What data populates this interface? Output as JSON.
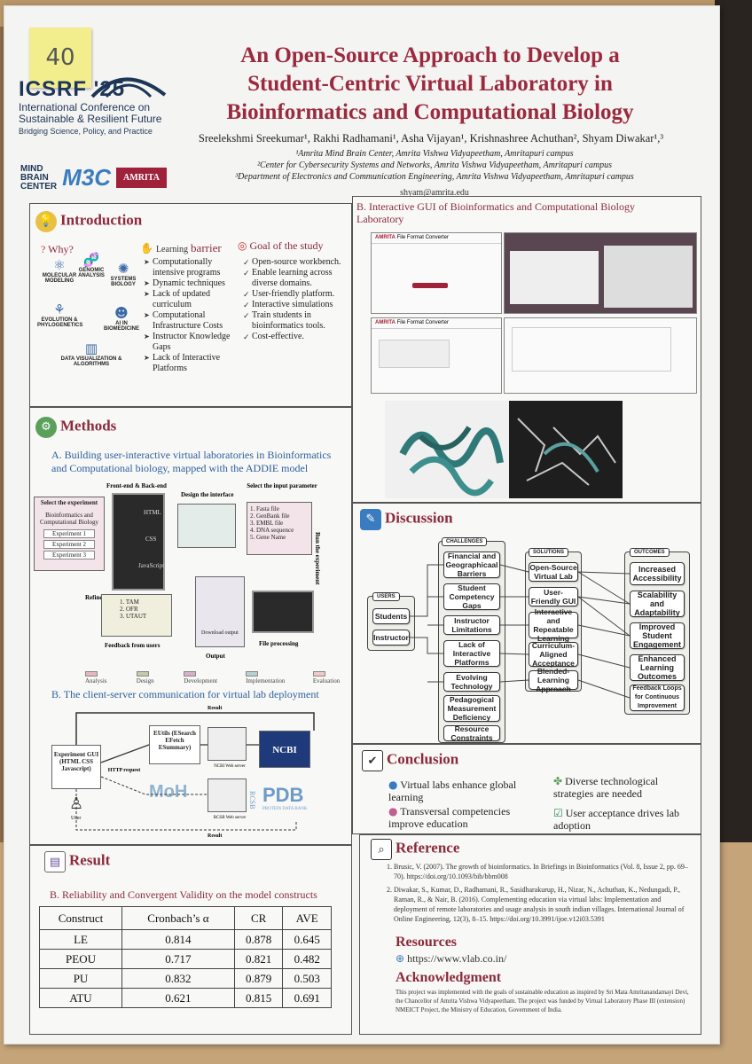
{
  "sticky_note": "40",
  "conference": {
    "name": "ICSRF '25",
    "subtitle_line1": "International Conference on",
    "subtitle_line2": "Sustainable & Resilient Future",
    "tagline": "Bridging Science, Policy, and Practice"
  },
  "logos": {
    "mbc_line1": "MIND",
    "mbc_line2": "BRAIN",
    "mbc_line3": "CENTER",
    "m3c": "M3C",
    "amrita": "AMRITA"
  },
  "title_lines": [
    "An Open-Source Approach to Develop a",
    "Student-Centric Virtual Laboratory in",
    "Bioinformatics and Computational Biology"
  ],
  "authors": "Sreelekshmi Sreekumar¹, Rakhi Radhamani¹, Asha Vijayan¹, Krishnashree Achuthan², Shyam Diwakar¹,³",
  "affiliations": [
    "¹Amrita Mind Brain Center, Amrita Vishwa Vidyapeetham, Amritapuri campus",
    "²Center for Cybersecurity Systems and Networks, Amrita Vishwa Vidyapeetham, Amritapuri campus",
    "³Department of Electronics and Communication Engineering, Amrita Vishwa Vidyapeetham, Amritapuri campus"
  ],
  "email": "shyam@amrita.edu",
  "introduction": {
    "title": "Introduction",
    "why": "Why?",
    "why_items": [
      "MOLECULAR MODELING",
      "GENOMIC ANALYSIS",
      "SYSTEMS BIOLOGY",
      "EVOLUTION & PHYLOGENETICS",
      "AI IN BIOMEDICINE",
      "DATA VISUALIZATION & ALGORITHMS"
    ],
    "barrier_heading_1": "Learning",
    "barrier_heading_2": "barrier",
    "barriers": [
      "Computationally intensive programs",
      "Dynamic techniques",
      "Lack of updated curriculum",
      "Computational Infrastructure Costs",
      "Instructor Knowledge Gaps",
      "Lack of Interactive Platforms"
    ],
    "goal_heading": "Goal of the study",
    "goals": [
      "Open-source workbench.",
      "Enable learning across diverse domains.",
      "User-friendly platform.",
      "Interactive simulations",
      "Train students in bioinformatics tools.",
      "Cost-effective."
    ]
  },
  "gui": {
    "title": "B. Interactive GUI of Bioinformatics and Computational Biology Laboratory",
    "screen1_title": "File Format Converter",
    "screen2_title": "File Format Converter",
    "brand": "AMRITA"
  },
  "methods": {
    "title": "Methods",
    "subtitle_a": "A. Building user-interactive virtual laboratories in Bioinformatics and Computational biology, mapped with the ADDIE model",
    "flow": {
      "frontend": "Front-end & Back-end",
      "select_exp": "Select the experiment",
      "lab_name": "Bioinformatics and Computational Biology",
      "experiments": [
        "Experiment 1",
        "Experiment 2",
        "Experiment 3"
      ],
      "html": "HTML",
      "css": "CSS",
      "js": "JavaScript",
      "design": "Design the interface",
      "input": "Select the input parameter",
      "inputs": [
        "1. Fasta file",
        "2. GenBank file",
        "3. EMBL file",
        "4. DNA sequence",
        "5. Gene Name"
      ],
      "run": "Run the experiment",
      "refinement": "Refinement",
      "feedback_items": [
        "1. TAM",
        "2. OFR",
        "3. UTAUT"
      ],
      "feedback": "Feedback from users",
      "download": "Download output",
      "output": "Output",
      "processing": "File processing"
    },
    "legend": [
      "Analysis",
      "Design",
      "Development",
      "Implementation",
      "Evaluation"
    ],
    "legend_colors": [
      "#e7b7c0",
      "#c8c8a8",
      "#d7b0c8",
      "#b8d0d0",
      "#f0c8c8"
    ],
    "subtitle_b": "B. The client-server communication for virtual lab deployment",
    "cs": {
      "result_top": "Result",
      "gui_box": "Experiment GUI (HTML CSS Javascript)",
      "http": "HTTP request",
      "eutils": "EUtils (ESearch EFetch ESummary)",
      "ncbi_server": "NCBI Web server",
      "ncbi": "NCBI",
      "moh": "MoH",
      "rcsb_server": "RCSB Web server",
      "pdb": "PDB",
      "pdb_sub": "PROTEIN DATA BANK",
      "rcsb": "RCSB",
      "user": "User",
      "result_bottom": "Result"
    }
  },
  "discussion": {
    "title": "Discussion",
    "users_hdr": "USERS",
    "users": [
      "Students",
      "Instructor"
    ],
    "challenges_hdr": "CHALLENGES",
    "challenges": [
      "Financial and Geographicaal Barriers",
      "Student Competency Gaps",
      "Instructor Limitations",
      "Lack of Interactive Platforms",
      "Evolving Technology",
      "Pedagogical Measurement Deficiency",
      "Resource Constraints"
    ],
    "solutions_hdr": "SOLUTIONS",
    "solutions": [
      "Open-Source Virtual Lab",
      "User-Friendly GUI",
      "Interactive and Repeatable Learning",
      "Curriculum-Aligned Acceptance",
      "Blended-Learning Approach"
    ],
    "outcomes_hdr": "OUTCOMES",
    "outcomes": [
      "Increased Accessibility",
      "Scalability and Adaptability",
      "Improved Student Engagement",
      "Enhanced Learning Outcomes",
      "Feedback Loops for Continuous Improvement"
    ]
  },
  "conclusion": {
    "title": "Conclusion",
    "items": [
      "Virtual labs enhance global learning",
      "Transversal competencies improve education",
      "Diverse technological strategies are needed",
      "User acceptance drives lab adoption"
    ]
  },
  "result": {
    "title": "Result",
    "subtitle": "B. Reliability and Convergent Validity on the model constructs",
    "columns": [
      "Construct",
      "Cronbach’s α",
      "CR",
      "AVE"
    ],
    "rows": [
      [
        "LE",
        "0.814",
        "0.878",
        "0.645"
      ],
      [
        "PEOU",
        "0.717",
        "0.821",
        "0.482"
      ],
      [
        "PU",
        "0.832",
        "0.879",
        "0.503"
      ],
      [
        "ATU",
        "0.621",
        "0.815",
        "0.691"
      ]
    ]
  },
  "reference": {
    "title": "Reference",
    "items": [
      "Brusic, V. (2007). The growth of bioinformatics. In Briefings in Bioinformatics (Vol. 8, Issue 2, pp. 69–70). https://doi.org/10.1093/bib/bbm008",
      "Diwakar, S., Kumar, D., Radhamani, R., Sasidharakurup, H., Nizar, N., Achuthan, K., Nedungadi, P., Raman, R., & Nair, B. (2016). Complementing education via virtual labs: Implementation and deployment of remote laboratories and usage analysis in south indian villages. International Journal of Online Engineering, 12(3), 8–15. https://doi.org/10.3991/ijoe.v12i03.5391"
    ],
    "resources_title": "Resources",
    "resource_link": "https://www.vlab.co.in/",
    "ack_title": "Acknowledgment",
    "ack_text": "This project was implemented with the goals of sustainable education as inspired by Sri Mata Amritanandamayi Devi, the Chancellor of Amrita Vishwa Vidyapeetham. The project was funded by Virtual Laboratory Phase III (extension) NMEICT Project, the Ministry of Education, Government of India."
  }
}
